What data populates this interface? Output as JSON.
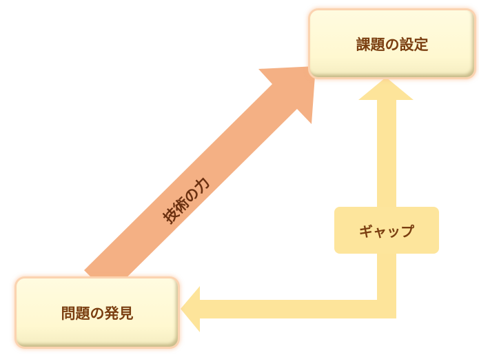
{
  "nodes": {
    "task_setting": "課題の設定",
    "problem_discovery": "問題の発見"
  },
  "arrows": {
    "technology_label": "技術の力",
    "gap_label": "ギャップ"
  },
  "colors": {
    "orange_arrow": "#f4b084",
    "yellow_arrow": "#fde49a",
    "text": "#7a3e10",
    "box_fill": "#fff9d6"
  }
}
